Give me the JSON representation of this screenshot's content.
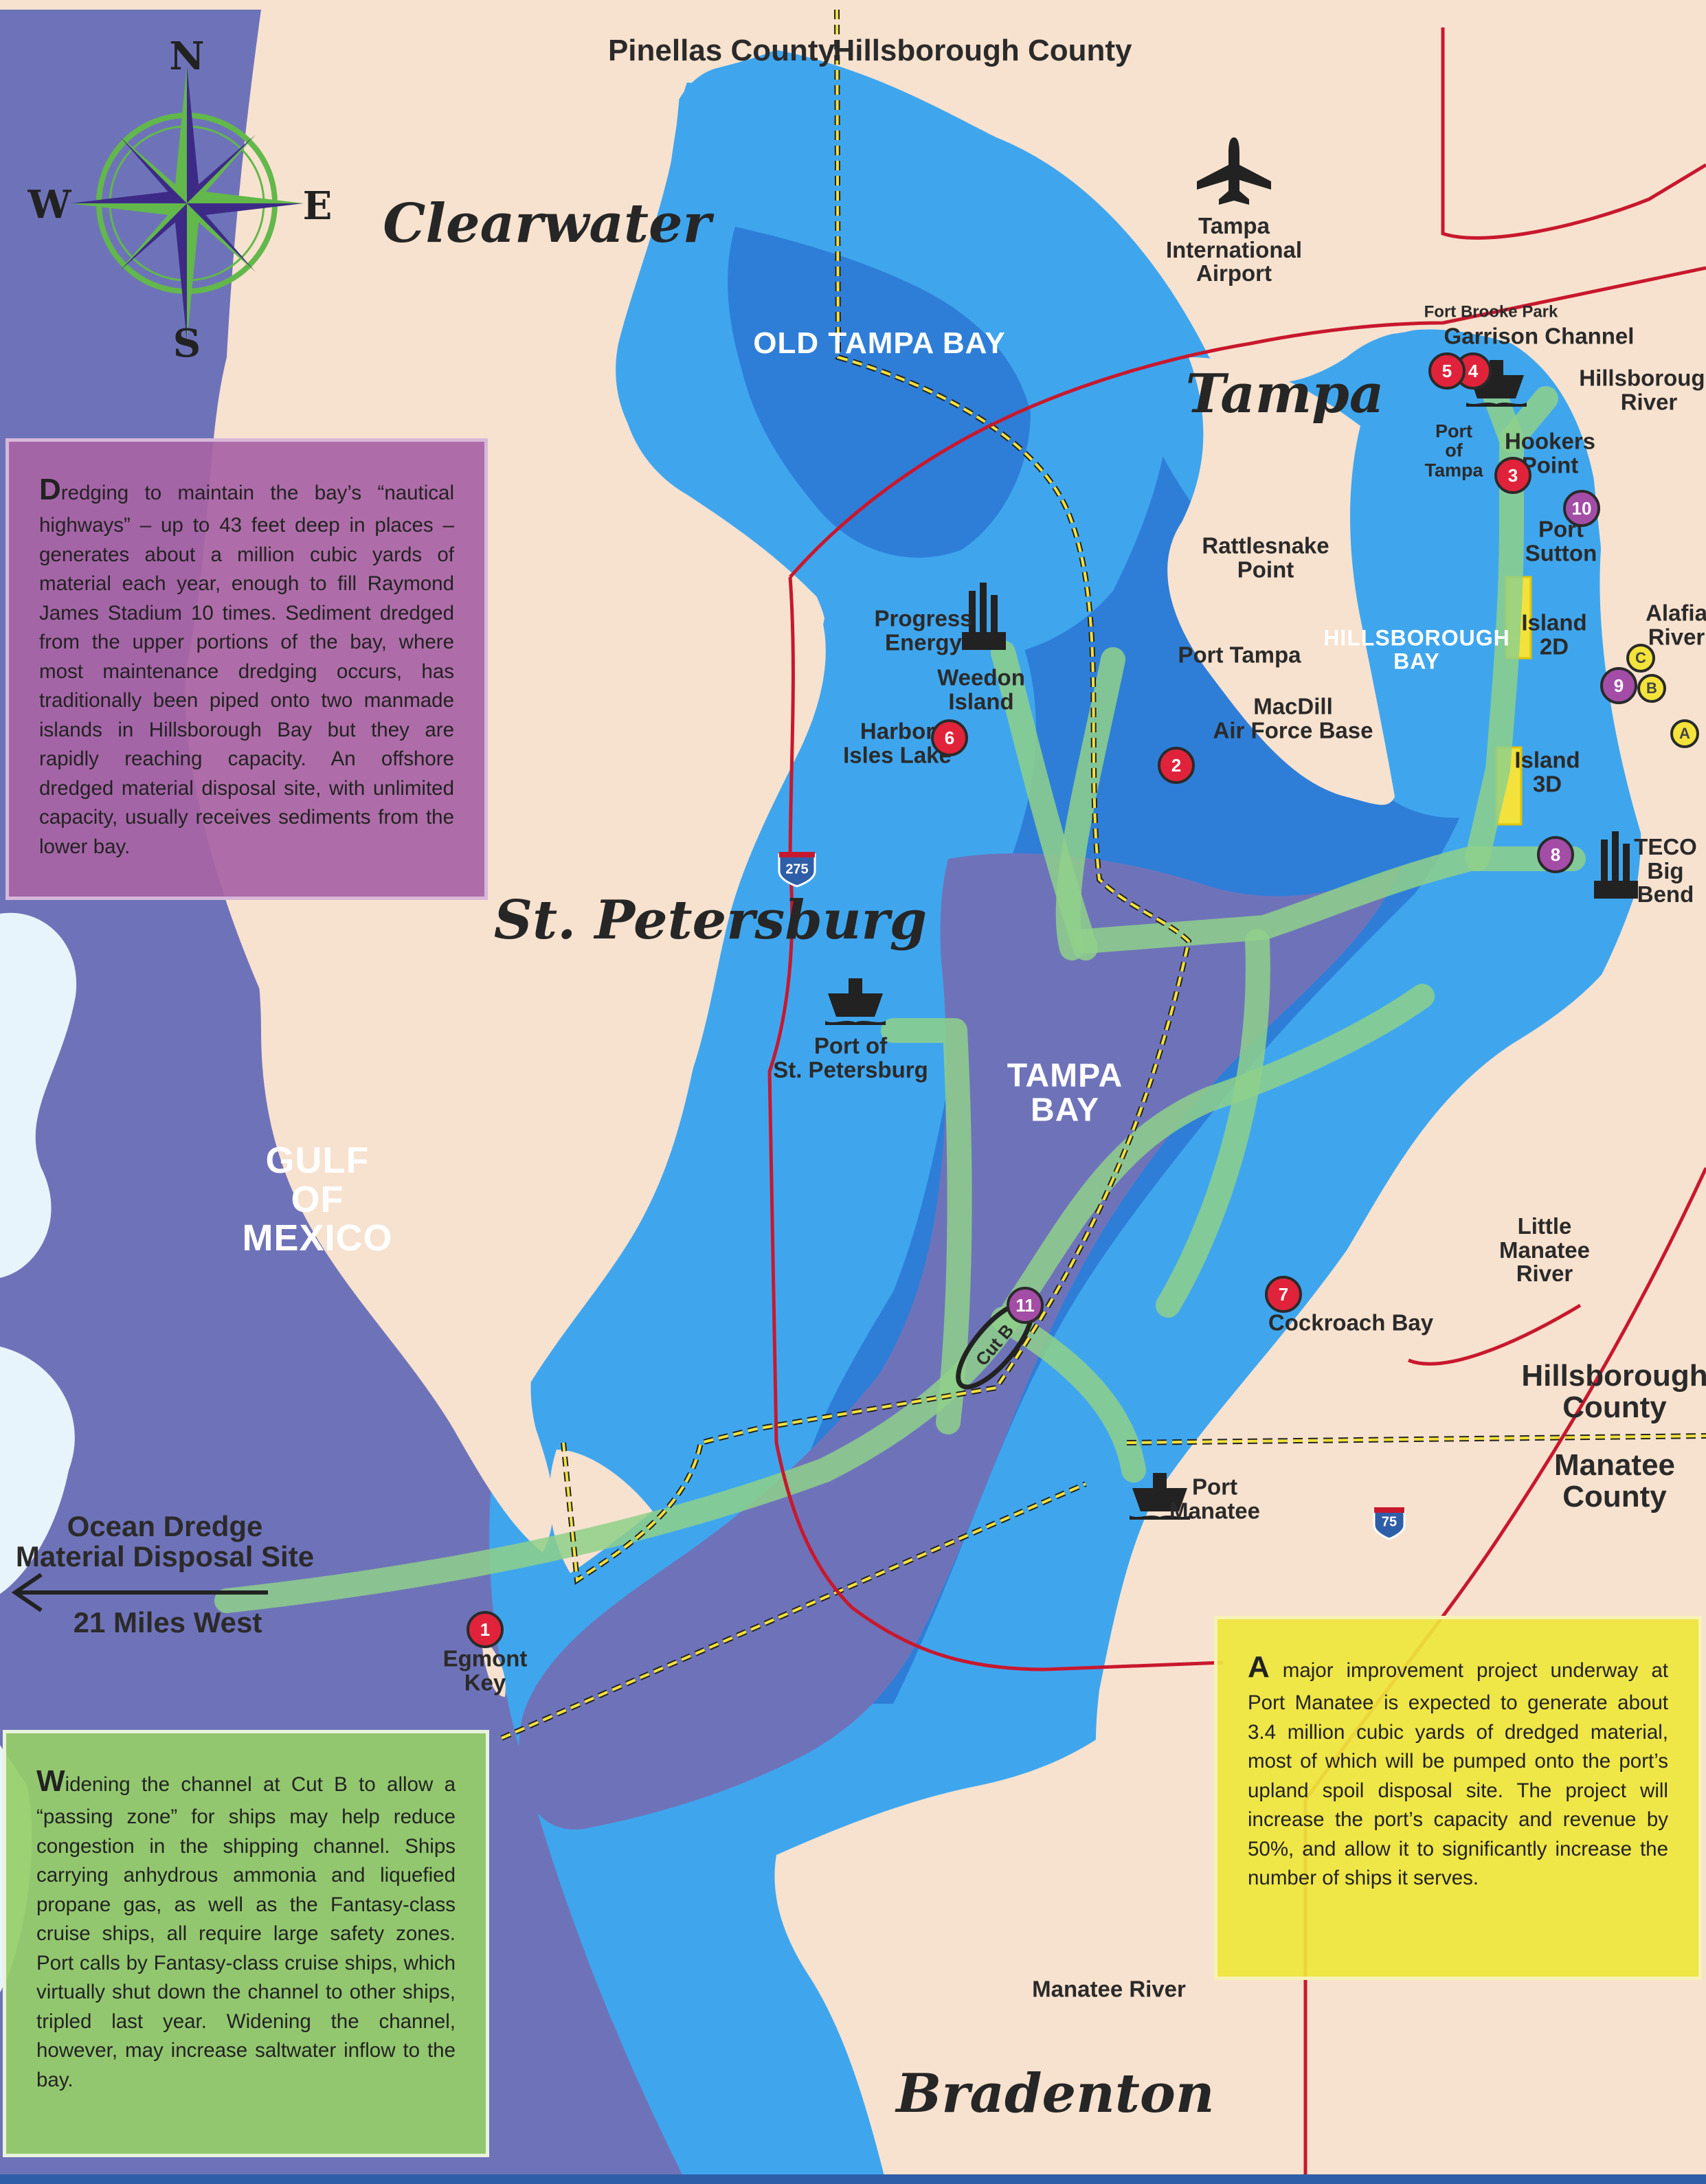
{
  "colors": {
    "land": "#f7e2cf",
    "deep_gulf": "#6e73b9",
    "channel": "#8fd08a",
    "water_light": "#3fa6ee",
    "water_mid": "#2e7ed8",
    "road": "#c8182e",
    "county_line": "#f3e23c"
  },
  "compass": {
    "n": "N",
    "s": "S",
    "e": "E",
    "w": "W"
  },
  "cities": {
    "clearwater": "Clearwater",
    "tampa": "Tampa",
    "st_petersburg": "St. Petersburg",
    "bradenton": "Bradenton"
  },
  "counties": {
    "pinellas": "Pinellas County",
    "hillsborough_top": "Hillsborough County",
    "hillsborough_east": "Hillsborough\nCounty",
    "manatee": "Manatee\nCounty"
  },
  "water_labels": {
    "old_tampa_bay": "OLD TAMPA BAY",
    "tampa_bay": "TAMPA\nBAY",
    "hillsborough_bay": "HILLSBOROUGH\nBAY",
    "gulf": "GULF\nOF\nMEXICO"
  },
  "places": {
    "airport": "Tampa\nInternational\nAirport",
    "fort_brooke": "Fort Brooke Park",
    "garrison": "Garrison Channel",
    "hillsborough_river": "Hillsborough\nRiver",
    "port_of_tampa": "Port\nof\nTampa",
    "hookers_point": "Hookers\nPoint",
    "port_sutton": "Port\nSutton",
    "alafia": "Alafia\nRiver",
    "island_2d": "Island\n2D",
    "island_3d": "Island\n3D",
    "teco": "TECO\nBig\nBend",
    "rattlesnake": "Rattlesnake\nPoint",
    "port_tampa": "Port Tampa",
    "macdill": "MacDill\nAir Force Base",
    "progress": "Progress\nEnergy",
    "weedon": "Weedon\nIsland",
    "harbor_isles": "Harbor\nIsles Lake",
    "port_st_pete": "Port of\nSt. Petersburg",
    "little_manatee": "Little\nManatee\nRiver",
    "cockroach": "Cockroach Bay",
    "port_manatee": "Port\nManatee",
    "manatee_river": "Manatee River",
    "egmont": "Egmont\nKey",
    "cut_b": "Cut B",
    "ocean_dredge": "Ocean Dredge\nMaterial Disposal Site",
    "miles_west": "21 Miles West"
  },
  "highways": {
    "i275": "275",
    "i75": "75"
  },
  "markers": {
    "m1": "1",
    "m2": "2",
    "m3": "3",
    "m4": "4",
    "m5": "5",
    "m6": "6",
    "m7": "7",
    "m8": "8",
    "m9": "9",
    "m10": "10",
    "m11": "11",
    "a": "A",
    "b": "B",
    "c": "C"
  },
  "notes": {
    "purple_drop": "D",
    "purple": "redging to maintain the bay’s “nautical highways” – up to 43 feet deep in places – generates about a million cubic yards of material each year, enough to fill Raymond James Stadium 10 times. Sediment dredged from the upper portions of the bay, where most maintenance dredging occurs, has traditionally been piped onto two manmade islands in Hillsborough Bay but they are rapidly reaching capacity. An offshore dredged material disposal site, with unlimited capacity, usually receives sediments from the lower bay.",
    "green_drop": "W",
    "green": "idening the channel at Cut B to allow a “passing zone” for ships may help reduce congestion in the shipping channel. Ships carrying anhydrous ammonia and liquefied propane gas, as well as the Fantasy-class cruise ships, all require large safety zones. Port calls by Fantasy-class cruise ships, which virtually shut down the channel to other ships, tripled last year. Widening the channel, however, may increase saltwater inflow to the bay.",
    "yellow_drop": "A",
    "yellow": " major improvement project underway at Port Manatee is expected to generate about 3.4 million cubic yards of dredged material, most of which will be pumped onto the port’s upland spoil disposal site. The project will increase the port’s capacity and revenue by 50%, and allow it to significantly increase the number of ships it serves."
  }
}
